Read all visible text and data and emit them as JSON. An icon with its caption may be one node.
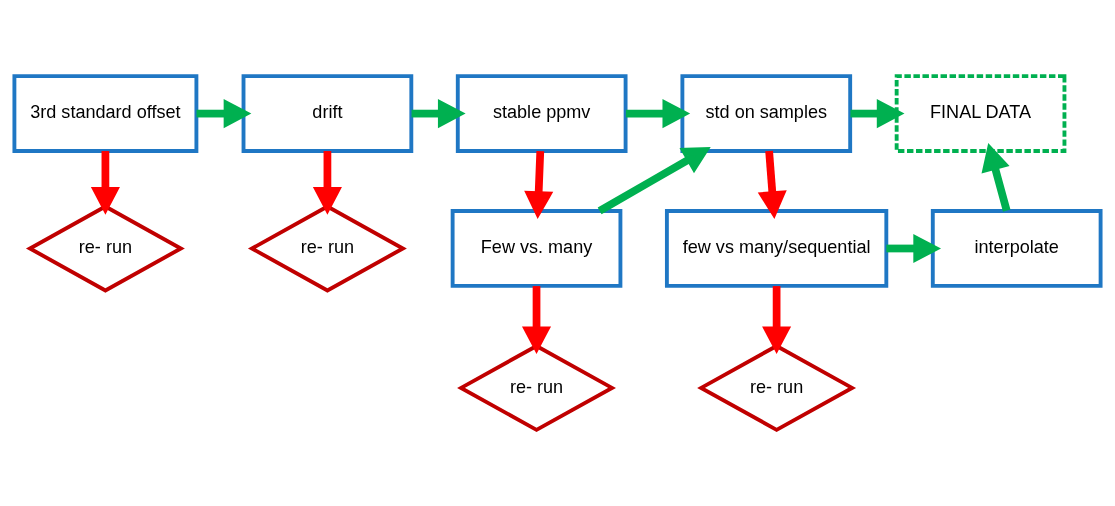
{
  "diagram": {
    "nodes": [
      {
        "text": [
          "3rd standard offset"
        ]
      },
      {
        "text": [
          "drift"
        ]
      },
      {
        "text": [
          "stable ppmv"
        ]
      },
      {
        "text": [
          "std on samples"
        ]
      },
      {
        "text": [
          "FINAL DATA"
        ]
      },
      {
        "text": [
          "re- run"
        ]
      },
      {
        "text": [
          "re- run"
        ]
      },
      {
        "text": [
          "Few vs. many"
        ]
      },
      {
        "text": [
          "few vs many/sequential"
        ]
      },
      {
        "text": [
          "interpolate"
        ]
      },
      {
        "text": [
          "re- run"
        ]
      },
      {
        "text": [
          "re- run"
        ]
      }
    ],
    "edges": [
      {
        "from": 0,
        "to": 1,
        "arrow": "to",
        "color": "#00b050"
      },
      {
        "from": 1,
        "to": 2,
        "arrow": "to",
        "color": "#00b050"
      },
      {
        "from": 2,
        "to": 3,
        "arrow": "to",
        "color": "#00b050"
      },
      {
        "from": 3,
        "to": 4,
        "arrow": "to",
        "color": "#00b050"
      },
      {
        "from": 0,
        "to": 5,
        "arrow": "to",
        "color": "#ff0000"
      },
      {
        "from": 1,
        "to": 6,
        "arrow": "to",
        "color": "#ff0000"
      },
      {
        "from": 2,
        "to": 7,
        "arrow": "to",
        "color": "#ff0000"
      },
      {
        "from": 7,
        "to": 3,
        "arrow": "to",
        "color": "#00b050"
      },
      {
        "from": 3,
        "to": 8,
        "arrow": "to",
        "color": "#ff0000"
      },
      {
        "from": 8,
        "to": 9,
        "arrow": "to",
        "color": "#00b050"
      },
      {
        "from": 9,
        "to": 4,
        "arrow": "to",
        "color": "#00b050"
      },
      {
        "from": 7,
        "to": 10,
        "arrow": "to",
        "color": "#ff0000"
      },
      {
        "from": 8,
        "to": 11,
        "arrow": "to",
        "color": "#ff0000"
      }
    ]
  }
}
